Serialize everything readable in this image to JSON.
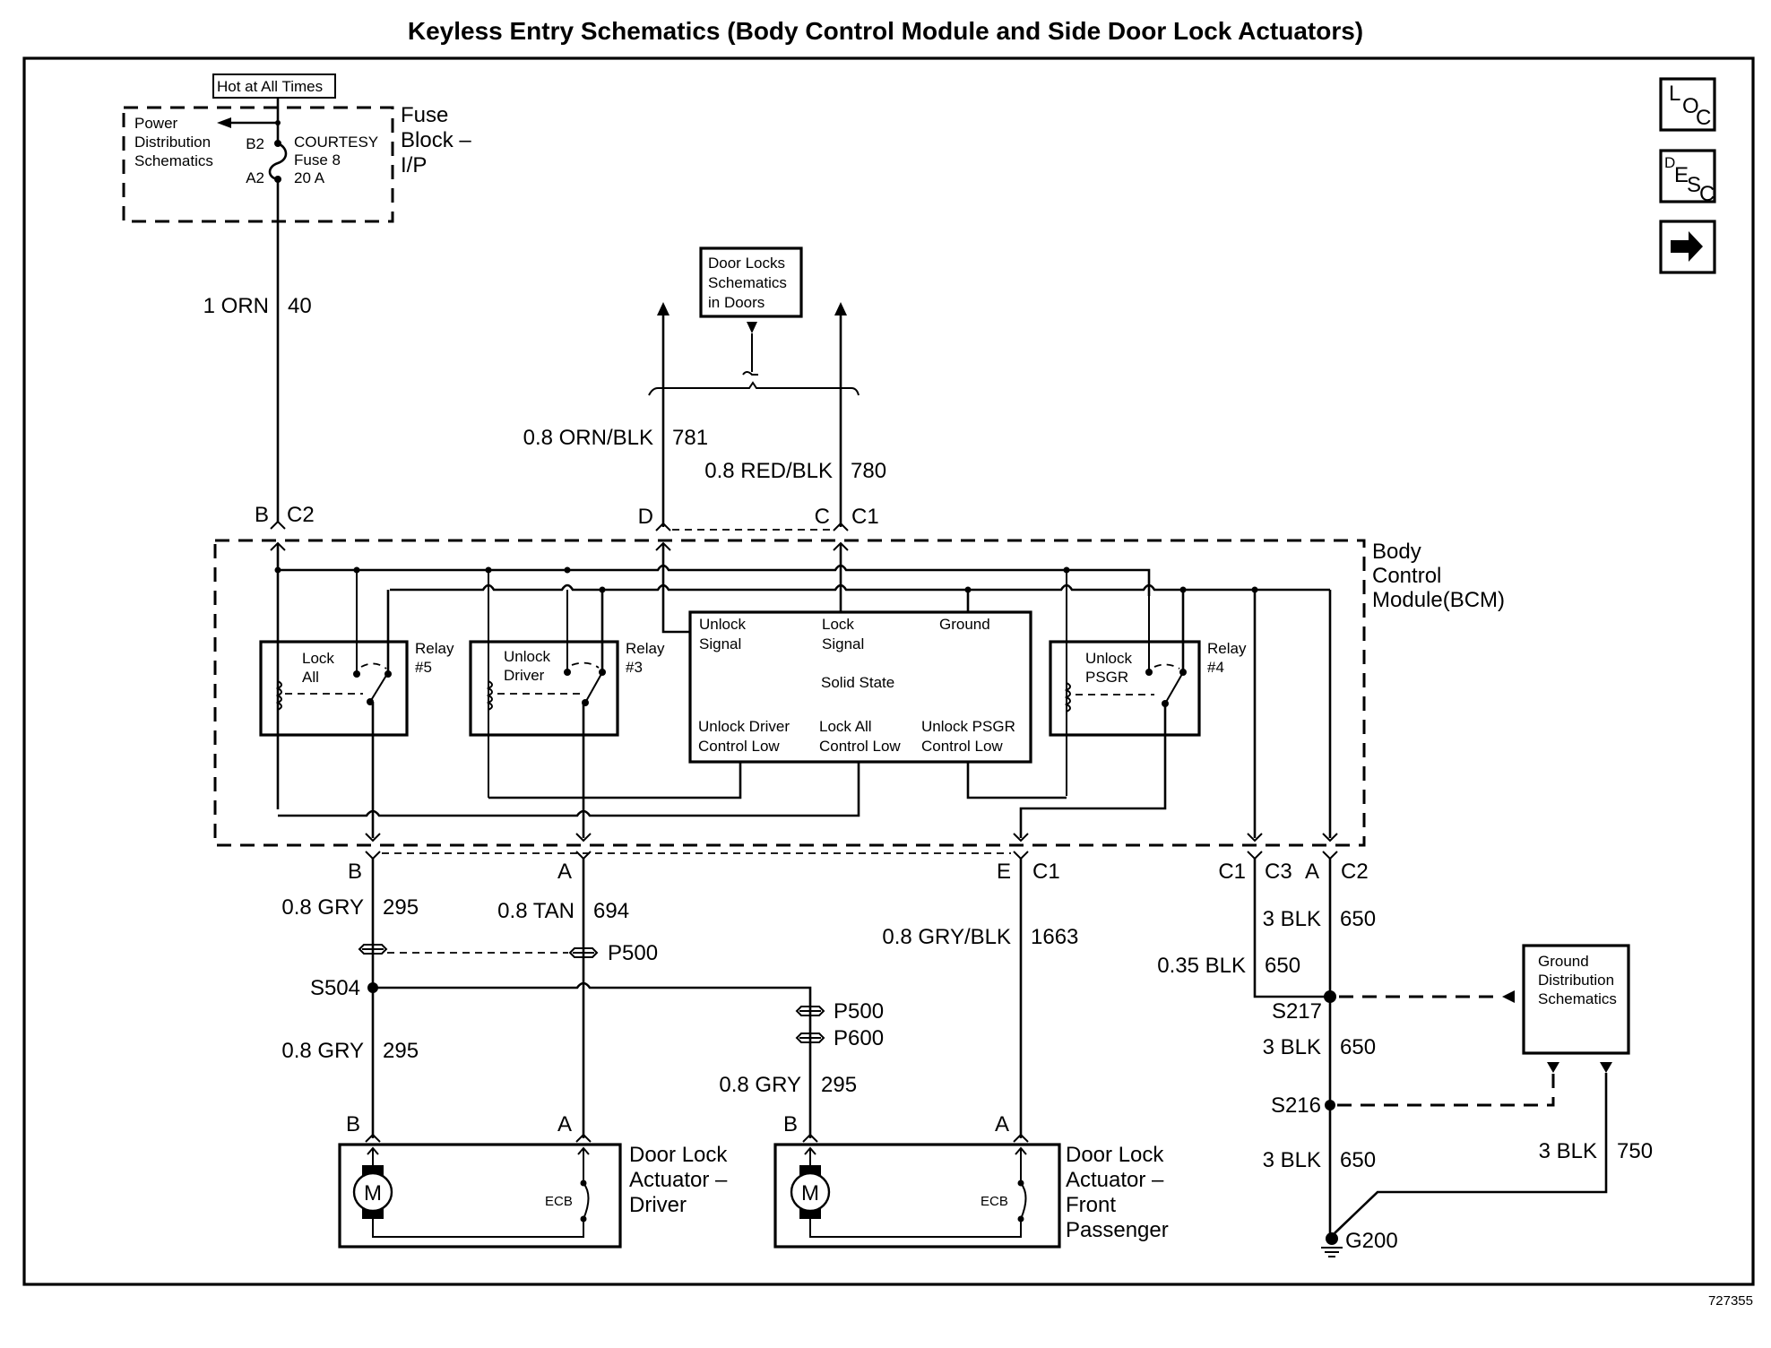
{
  "title": "Keyless Entry Schematics (Body Control Module and Side Door Lock Actuators)",
  "figure_id": "727355",
  "nav_buttons": [
    {
      "name": "loc",
      "label_parts": [
        "L",
        "O",
        "C"
      ]
    },
    {
      "name": "desc",
      "label_parts": [
        "D",
        "E",
        "S",
        "C"
      ]
    },
    {
      "name": "next",
      "icon": "right-arrow-icon"
    }
  ],
  "fuse_block": {
    "hot_label": "Hot at All Times",
    "power_ref": [
      "Power",
      "Distribution",
      "Schematics"
    ],
    "terminal_top": "B2",
    "terminal_bottom": "A2",
    "fuse_name": "COURTESY",
    "fuse_number": "Fuse 8",
    "fuse_rating": "20 A",
    "block_label": [
      "Fuse",
      "Block –",
      "I/P"
    ]
  },
  "door_locks_ref": [
    "Door Locks",
    "Schematics",
    "in Doors"
  ],
  "ground_ref": [
    "Ground",
    "Distribution",
    "Schematics"
  ],
  "bcm": {
    "label": [
      "Body",
      "Control",
      "Module(BCM)"
    ],
    "relays": [
      {
        "name": [
          "Lock",
          "All"
        ],
        "id": [
          "Relay",
          "#5"
        ]
      },
      {
        "name": [
          "Unlock",
          "Driver"
        ],
        "id": [
          "Relay",
          "#3"
        ]
      },
      {
        "name": [
          "Unlock",
          "PSGR"
        ],
        "id": [
          "Relay",
          "#4"
        ]
      }
    ],
    "solid_state": {
      "title": "Solid State",
      "top_labels": [
        [
          "Unlock",
          "Signal"
        ],
        [
          "Lock",
          "Signal"
        ],
        [
          "Ground",
          ""
        ]
      ],
      "bottom_labels": [
        [
          "Unlock Driver",
          "Control Low"
        ],
        [
          "Lock All",
          "Control Low"
        ],
        [
          "Unlock PSGR",
          "Control Low"
        ]
      ]
    }
  },
  "connectors": {
    "fuse_in": {
      "pin": "B",
      "conn": "C2"
    },
    "unlock_out": {
      "pin": "D",
      "conn": ""
    },
    "lock_out": {
      "pin": "C",
      "conn": "C1"
    },
    "out_b": {
      "pin": "B",
      "conn": ""
    },
    "out_a": {
      "pin": "A",
      "conn": ""
    },
    "out_e": {
      "pin": "E",
      "conn": "C1"
    },
    "gnd_c1": {
      "pin": "C1",
      "conn": "C3"
    },
    "gnd_c2": {
      "pin": "A",
      "conn": "C2"
    }
  },
  "wires": {
    "feed": {
      "gauge_color": "1 ORN",
      "circuit": "40"
    },
    "unlock_signal": {
      "gauge_color": "0.8 ORN/BLK",
      "circuit": "781"
    },
    "lock_signal": {
      "gauge_color": "0.8 RED/BLK",
      "circuit": "780"
    },
    "driver_b_upper": {
      "gauge_color": "0.8 GRY",
      "circuit": "295"
    },
    "driver_a": {
      "gauge_color": "0.8 TAN",
      "circuit": "694"
    },
    "driver_b_lower": {
      "gauge_color": "0.8 GRY",
      "circuit": "295"
    },
    "pass_b": {
      "gauge_color": "0.8 GRY",
      "circuit": "295"
    },
    "pass_a": {
      "gauge_color": "0.8 GRY/BLK",
      "circuit": "1663"
    },
    "gnd_c2_wire": {
      "gauge_color": "3 BLK",
      "circuit": "650"
    },
    "gnd_c1_wire": {
      "gauge_color": "0.35 BLK",
      "circuit": "650"
    },
    "gnd_s217_s216": {
      "gauge_color": "3 BLK",
      "circuit": "650"
    },
    "gnd_s216_g200": {
      "gauge_color": "3 BLK",
      "circuit": "650"
    },
    "gnd_750": {
      "gauge_color": "3 BLK",
      "circuit": "750"
    }
  },
  "splices": {
    "s504": "S504",
    "s217": "S217",
    "s216": "S216",
    "g200": "G200"
  },
  "inline_connectors": {
    "p500_a": "P500",
    "p500_b": "P500",
    "p600": "P600"
  },
  "actuators": [
    {
      "pins": [
        "B",
        "A"
      ],
      "motor": "M",
      "breaker": "ECB",
      "label": [
        "Door Lock",
        "Actuator –",
        "Driver"
      ]
    },
    {
      "pins": [
        "B",
        "A"
      ],
      "motor": "M",
      "breaker": "ECB",
      "label": [
        "Door Lock",
        "Actuator –",
        "Front",
        "Passenger"
      ]
    }
  ]
}
